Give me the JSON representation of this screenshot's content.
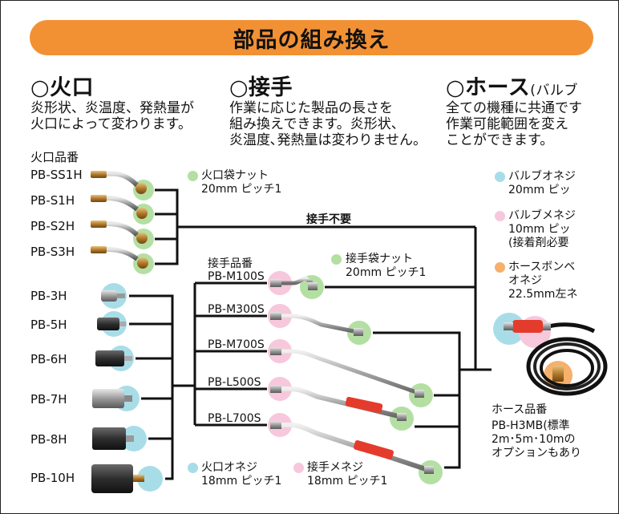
{
  "title": "部品の組み換え",
  "colors": {
    "accent": "#f29133",
    "green": "#b4dfa3",
    "blue": "#a8dde8",
    "pink": "#f7c7dc",
    "orange": "#f5b06b",
    "red_grip": "#e53b2c"
  },
  "sections": {
    "hikuchi": {
      "heading": "○火口",
      "desc": [
        "炎形状、炎温度、発熱量が",
        "火口によって変わります。"
      ]
    },
    "tsugite": {
      "heading": "○接手",
      "desc": [
        "作業に応じた製品の長さを",
        "組み換えできます。炎形状、",
        "炎温度､発熱量は変わりません。"
      ]
    },
    "hose": {
      "heading": "○ホース",
      "heading_sub": "(バルブ",
      "desc": [
        "全ての機種に共通です",
        "作業可能範囲を変え",
        "ことができます。"
      ]
    }
  },
  "hikuchi_label": "火口品番",
  "hikuchi_models": [
    "PB-SS1H",
    "PB-S1H",
    "PB-S2H",
    "PB-S3H",
    "PB-3H",
    "PB-5H",
    "PB-6H",
    "PB-7H",
    "PB-8H",
    "PB-10H"
  ],
  "tsugite_label": "接手品番",
  "tsugite_models": [
    "PB-M100S",
    "PB-M300S",
    "PB-M700S",
    "PB-L500S",
    "PB-L700S"
  ],
  "no_joint": "接手不要",
  "notes": {
    "hikuchi_nut": [
      "火口袋ナット",
      "20mm ピッチ1"
    ],
    "joint_nut": [
      "接手袋ナット",
      "20mm ピッチ1"
    ],
    "hikuchi_screw": [
      "火口オネジ",
      "18mm ピッチ1"
    ],
    "joint_screw": [
      "接手メネジ",
      "18mm ピッチ1"
    ],
    "valve_male": [
      "バルブオネジ",
      "20mm ピッ"
    ],
    "valve_female": [
      "バルブメネジ",
      "10mm ピッ",
      "(接着剤必要"
    ],
    "bombe_male": [
      "ホースボンベ",
      "オネジ",
      "22.5mm左ネ"
    ]
  },
  "hose_label": "ホース品番",
  "hose_model": "PB-H3MB",
  "hose_desc": [
    "(標準",
    "2m･5m･10mの",
    "オプションもあり"
  ]
}
